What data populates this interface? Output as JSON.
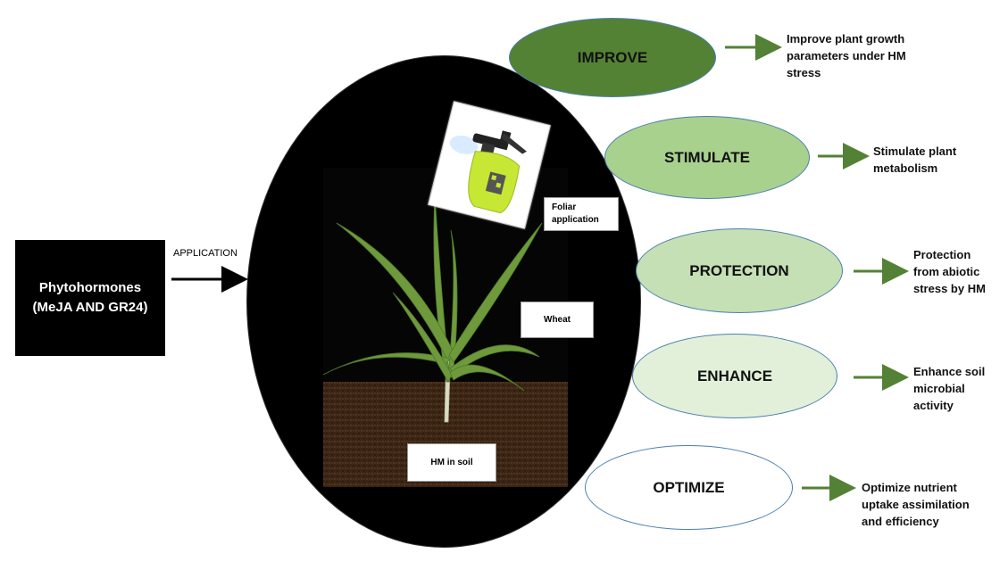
{
  "source": {
    "title_line1": "Phytohormones",
    "title_line2": "(MeJA AND GR24)"
  },
  "application_label": "APPLICATION",
  "photo_labels": {
    "foliar_line1": "Foliar",
    "foliar_line2": "application",
    "wheat": "Wheat",
    "soil": "HM in soil"
  },
  "effects": [
    {
      "name": "IMPROVE",
      "color": "#548235",
      "lines": [
        "Improve plant growth",
        "parameters under HM",
        "stress"
      ]
    },
    {
      "name": "STIMULATE",
      "color": "#a9d18e",
      "lines": [
        "Stimulate plant",
        "metabolism"
      ]
    },
    {
      "name": "PROTECTION",
      "color": "#c5e0b4",
      "lines": [
        "Protection",
        "from abiotic",
        "stress by HM"
      ]
    },
    {
      "name": "ENHANCE",
      "color": "#e2f0d9",
      "lines": [
        "Enhance soil",
        "microbial",
        "activity"
      ]
    },
    {
      "name": "OPTIMIZE",
      "color": "#ffffff",
      "lines": [
        "Optimize nutrient",
        "uptake assimilation",
        "and efficiency"
      ]
    }
  ],
  "colors": {
    "arrow_green": "#538135",
    "ellipse_outline": "#4a7fb0"
  }
}
